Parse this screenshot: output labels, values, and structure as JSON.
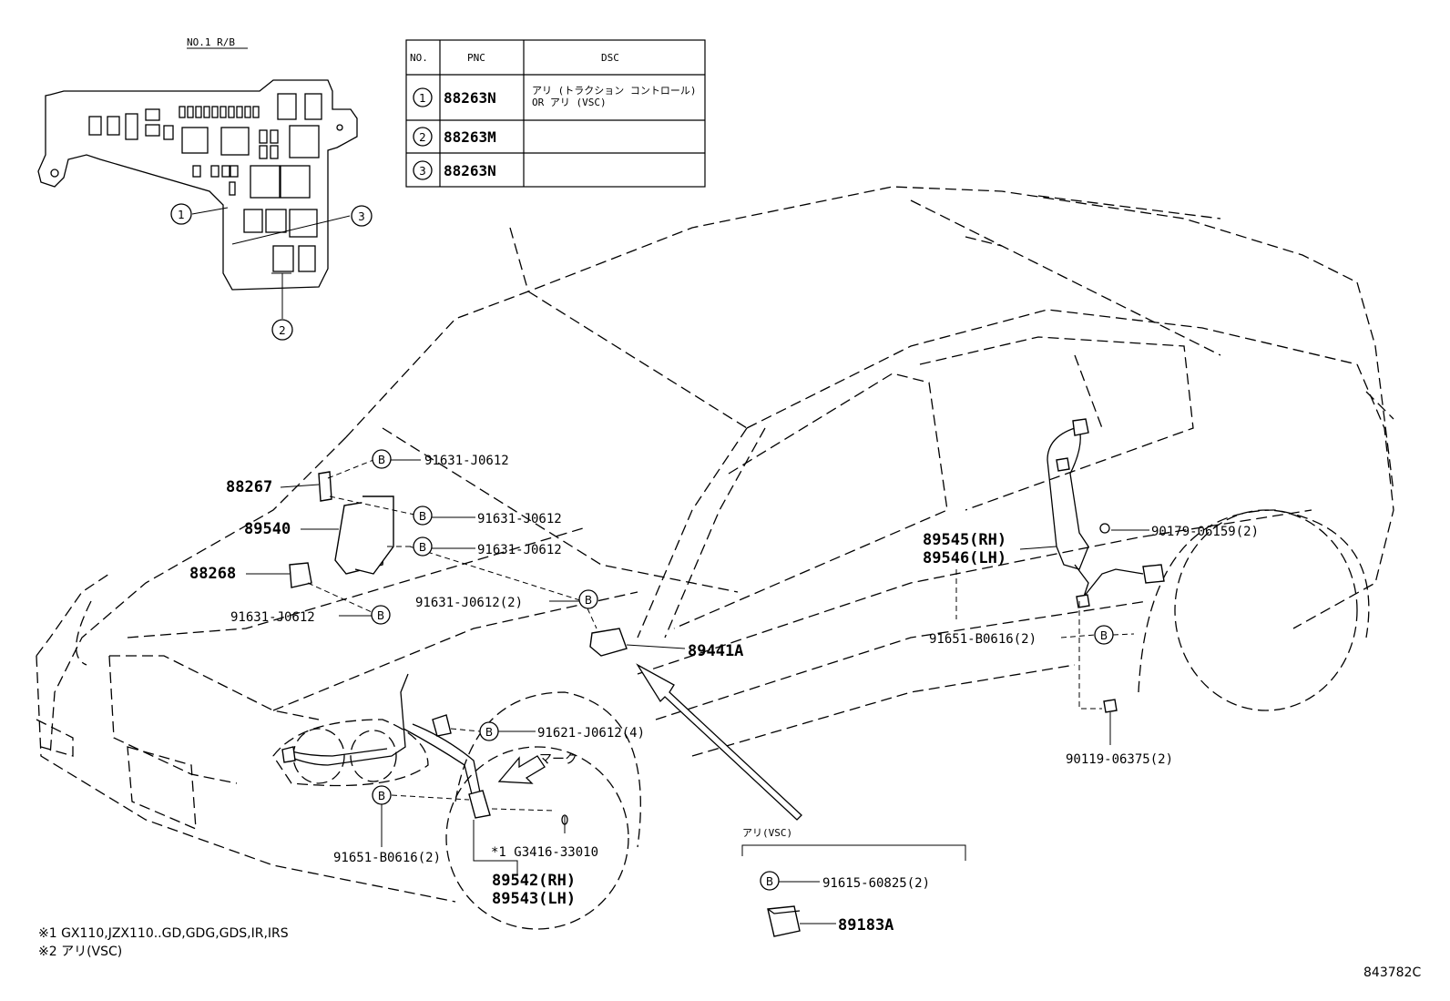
{
  "relay_block": {
    "title": "NO.1 R/B",
    "callouts": [
      "1",
      "2",
      "3"
    ]
  },
  "table": {
    "headers": [
      "NO.",
      "PNC",
      "DSC"
    ],
    "rows": [
      {
        "no": "1",
        "pnc": "88263N",
        "dsc_line1": "アリ (トラクション コントロール)",
        "dsc_line2": "OR アリ (VSC)"
      },
      {
        "no": "2",
        "pnc": "88263M",
        "dsc_line1": "",
        "dsc_line2": ""
      },
      {
        "no": "3",
        "pnc": "88263N",
        "dsc_line1": "",
        "dsc_line2": ""
      }
    ]
  },
  "bolt_symbol": "B",
  "parts": {
    "p88267": "88267",
    "p89540": "89540",
    "p88268": "88268",
    "p89441a": "89441A",
    "p89545": "89545(RH)",
    "p89546": "89546(LH)",
    "p89542": "89542(RH)",
    "p89543": "89543(LH)",
    "p89183a": "89183A"
  },
  "fasteners": {
    "f1": "91631-J0612",
    "f2": "91631-J0612",
    "f3": "91631-J0612",
    "f4": "91631-J0612",
    "f5": "91631-J0612(2)",
    "f6": "91621-J0612(4)",
    "f7": "91651-B0616(2)",
    "f8": "91651-B0616(2)",
    "f9": "90179-06159(2)",
    "f10": "90119-06375(2)",
    "f11": "91615-60825(2)",
    "sensor_note": "*1 G3416-33010"
  },
  "labels": {
    "mark": "マーク",
    "vsc_group": "アリ(VSC)"
  },
  "footnotes": {
    "n1": "※1 GX110,JZX110..GD,GDG,GDS,IR,IRS",
    "n2": "※2 アリ(VSC)"
  },
  "figure_code": "843782C"
}
